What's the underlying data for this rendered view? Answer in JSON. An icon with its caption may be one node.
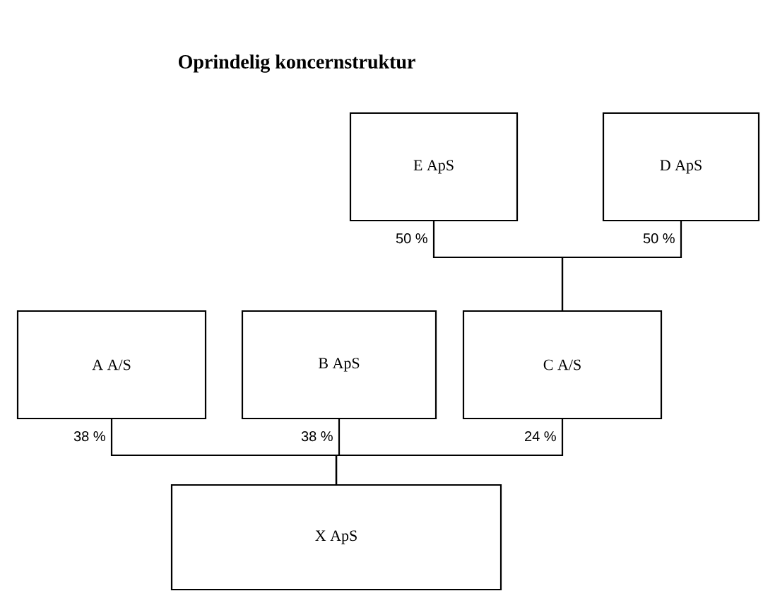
{
  "diagram": {
    "title": "Oprindelig koncernstruktur",
    "nodes": [
      {
        "text": [
          "E ApS"
        ]
      },
      {
        "text": [
          "D ApS"
        ]
      },
      {
        "text": [
          "A A/S"
        ]
      },
      {
        "text": [
          "B ApS"
        ]
      },
      {
        "text": [
          "C A/S"
        ]
      },
      {
        "text": [
          "X ApS"
        ]
      }
    ],
    "edges": [
      {
        "from": 0,
        "to": 4,
        "arrow": "none",
        "label": "50 %"
      },
      {
        "from": 1,
        "to": 4,
        "arrow": "none",
        "label": "50 %"
      },
      {
        "from": 2,
        "to": 5,
        "arrow": "none",
        "label": "38 %"
      },
      {
        "from": 3,
        "to": 5,
        "arrow": "none",
        "label": "38 %"
      },
      {
        "from": 4,
        "to": 5,
        "arrow": "none",
        "label": "24 %"
      }
    ]
  }
}
